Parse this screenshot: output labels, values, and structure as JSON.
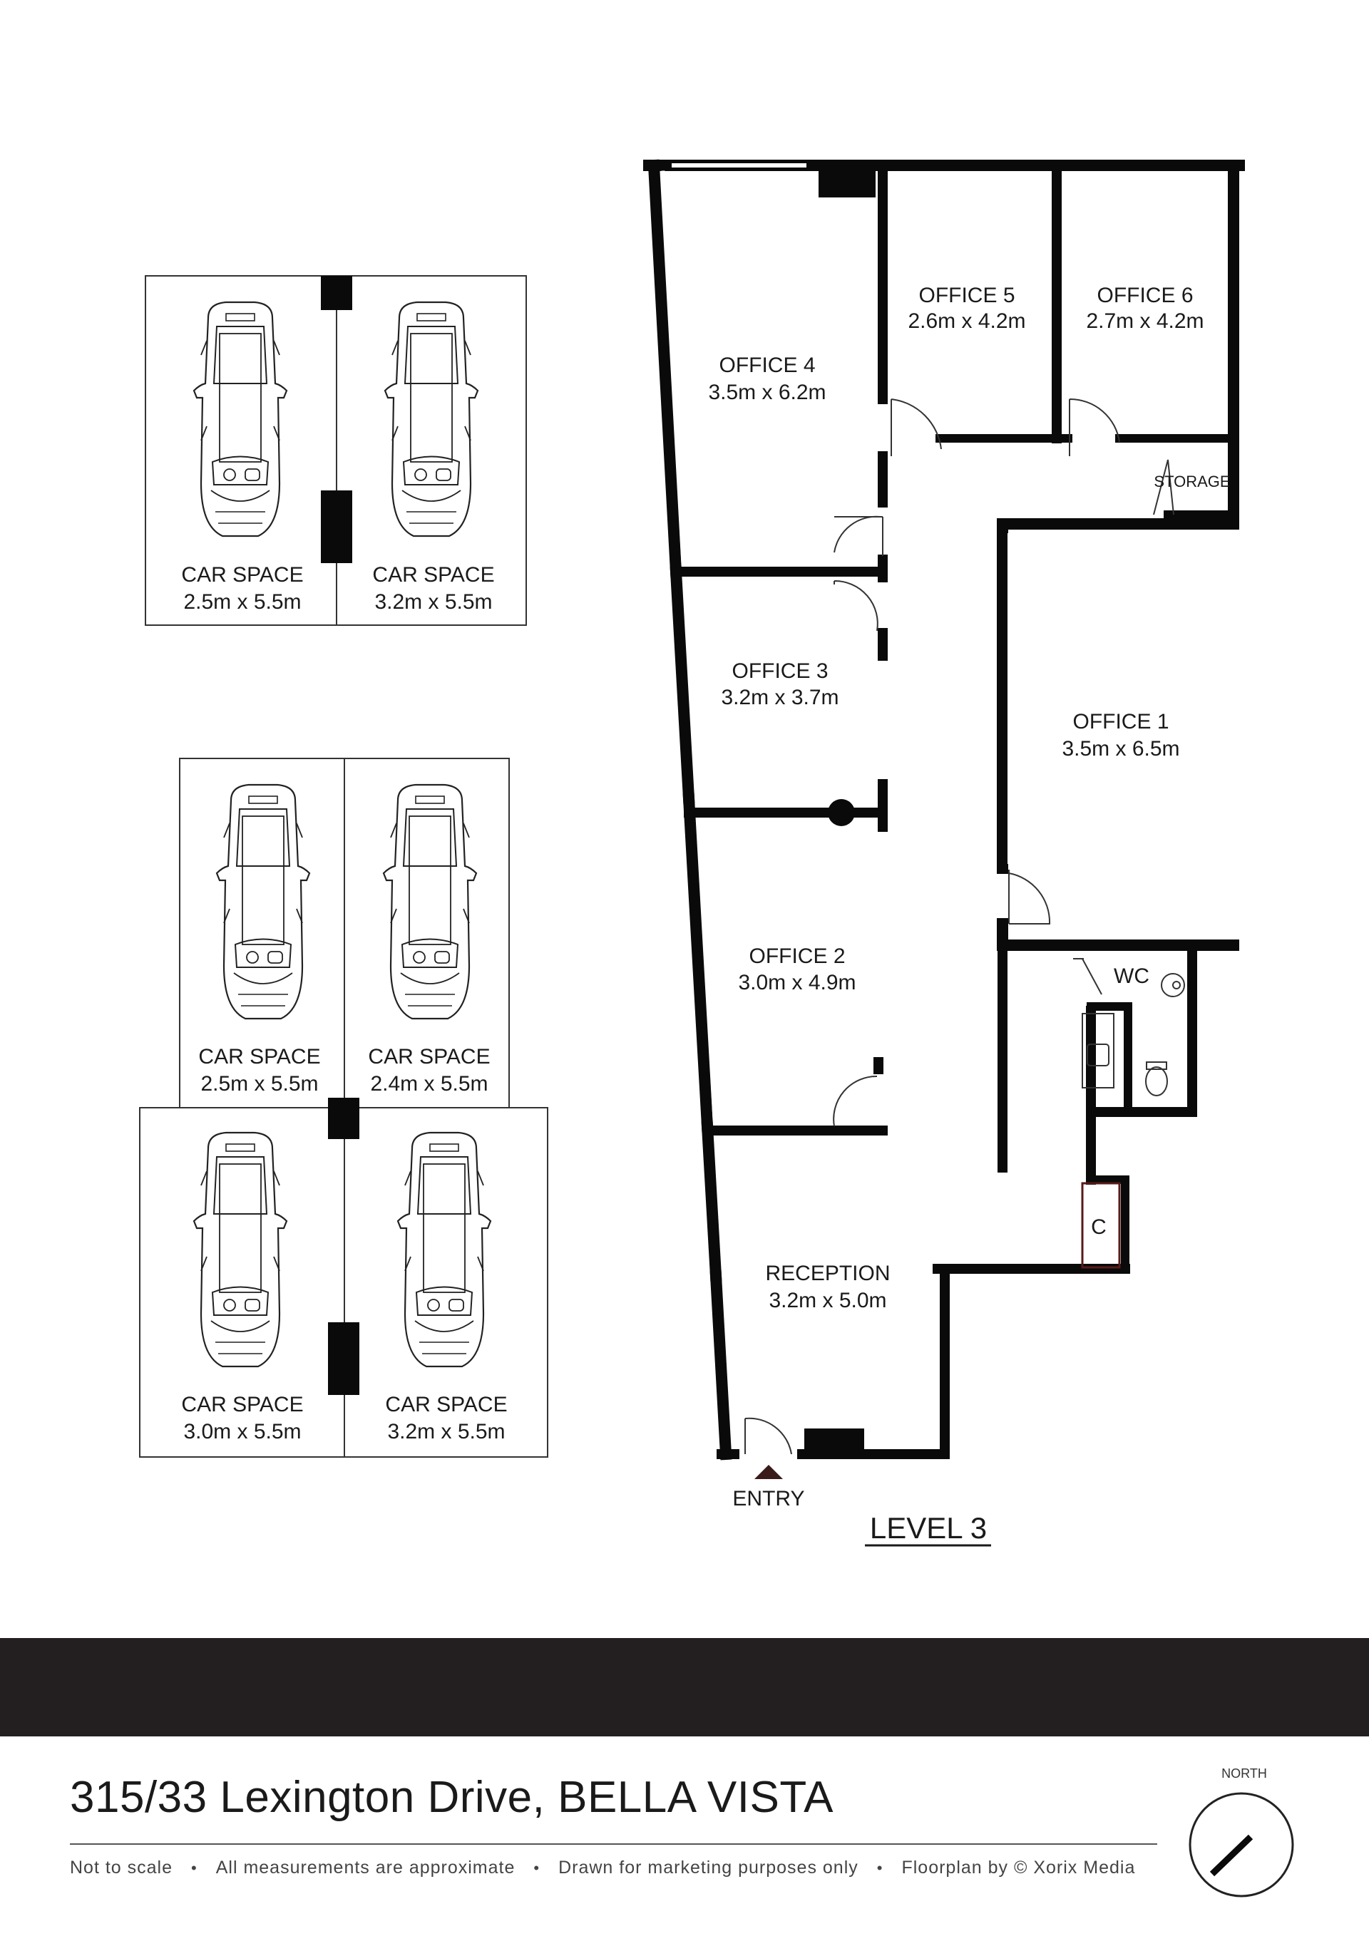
{
  "rooms": {
    "office4": {
      "name": "OFFICE 4",
      "size": "3.5m x 6.2m"
    },
    "office5": {
      "name": "OFFICE 5",
      "size": "2.6m x 4.2m"
    },
    "office6": {
      "name": "OFFICE 6",
      "size": "2.7m x 4.2m"
    },
    "storage": {
      "name": "STORAGE"
    },
    "office3": {
      "name": "OFFICE 3",
      "size": "3.2m x 3.7m"
    },
    "office1": {
      "name": "OFFICE 1",
      "size": "3.5m x 6.5m"
    },
    "office2": {
      "name": "OFFICE 2",
      "size": "3.0m x 4.9m"
    },
    "wc": {
      "name": "WC"
    },
    "cupboard": {
      "name": "C"
    },
    "reception": {
      "name": "RECEPTION",
      "size": "3.2m x 5.0m"
    }
  },
  "entry_label": "ENTRY",
  "level_label": "LEVEL 3",
  "car_spaces": [
    {
      "name": "CAR SPACE",
      "size": "2.5m x 5.5m"
    },
    {
      "name": "CAR SPACE",
      "size": "3.2m x 5.5m"
    },
    {
      "name": "CAR SPACE",
      "size": "2.5m x 5.5m"
    },
    {
      "name": "CAR SPACE",
      "size": "2.4m x 5.5m"
    },
    {
      "name": "CAR SPACE",
      "size": "3.0m x 5.5m"
    },
    {
      "name": "CAR SPACE",
      "size": "3.2m x 5.5m"
    }
  ],
  "footer": {
    "address": "315/33 Lexington Drive, BELLA VISTA",
    "disclaimers": [
      "Not to scale",
      "All measurements are approximate",
      "Drawn for marketing purposes only",
      "Floorplan by © Xorix Media"
    ],
    "north_label": "NORTH"
  },
  "colors": {
    "wall": "#0a0a0a",
    "band": "#231f20",
    "line": "#333333"
  }
}
